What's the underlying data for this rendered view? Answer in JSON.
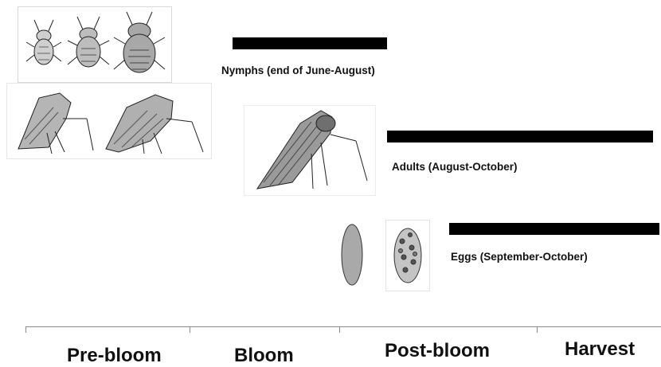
{
  "stages": [
    {
      "id": "nymphs",
      "label": "Nymphs (end of June-August)",
      "period_start": "end of June",
      "period_end": "August"
    },
    {
      "id": "adults",
      "label": "Adults (August-October)",
      "period_start": "August",
      "period_end": "October"
    },
    {
      "id": "eggs",
      "label": "Eggs (September-October)",
      "period_start": "September",
      "period_end": "October"
    }
  ],
  "phases": [
    "Pre-bloom",
    "Bloom",
    "Post-bloom",
    "Harvest"
  ],
  "illustrations": {
    "nymphs": [
      "nymph-instar-1-icon",
      "nymph-instar-2-icon",
      "nymph-instar-3-icon",
      "nymph-side-1-icon",
      "nymph-side-2-icon"
    ],
    "adult": "adult-leafhopper-icon",
    "eggs": [
      "egg-icon",
      "egg-mass-icon"
    ]
  },
  "colors": {
    "bar": "#000000",
    "axis": "#8a8a8a",
    "text": "#111111"
  }
}
